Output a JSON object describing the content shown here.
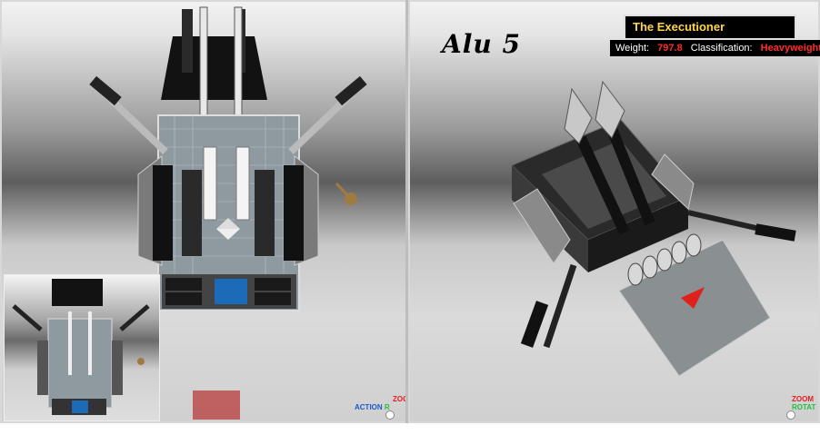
{
  "robot": {
    "name": "The Executioner",
    "weight_label": "Weight:",
    "weight_value": "797.8",
    "class_label": "Classification:",
    "class_value": "Heavyweight"
  },
  "camera": {
    "label": "Alu 5"
  },
  "hud": {
    "action_label": "ACTION",
    "zoom_label": "ZOOM",
    "rotate_label_left": "R",
    "rotate_label_right": "ROTAT"
  }
}
